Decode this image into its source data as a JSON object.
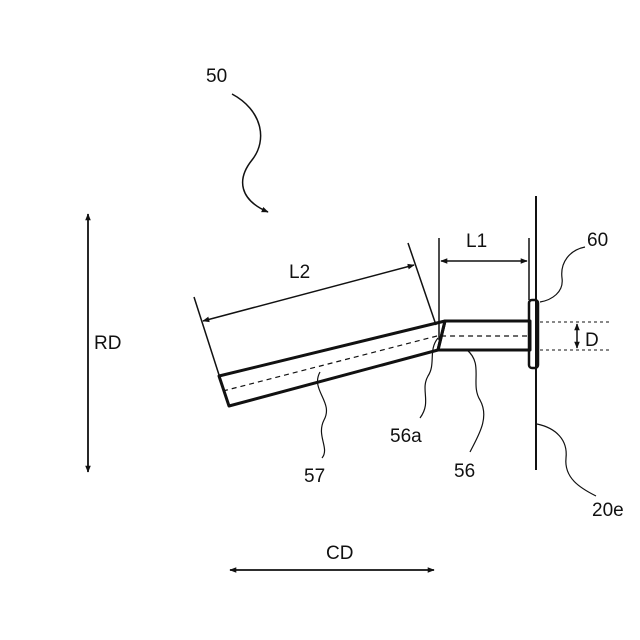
{
  "labels": {
    "assembly": "50",
    "length_1": "L1",
    "length_2": "L2",
    "gasket": "60",
    "diameter": "D",
    "radial_direction": "RD",
    "bend_point": "56a",
    "first_section": "56",
    "second_section": "57",
    "wall": "20e",
    "circumferential_direction": "CD"
  },
  "colors": {
    "ink": "#111111",
    "background": "#ffffff"
  }
}
